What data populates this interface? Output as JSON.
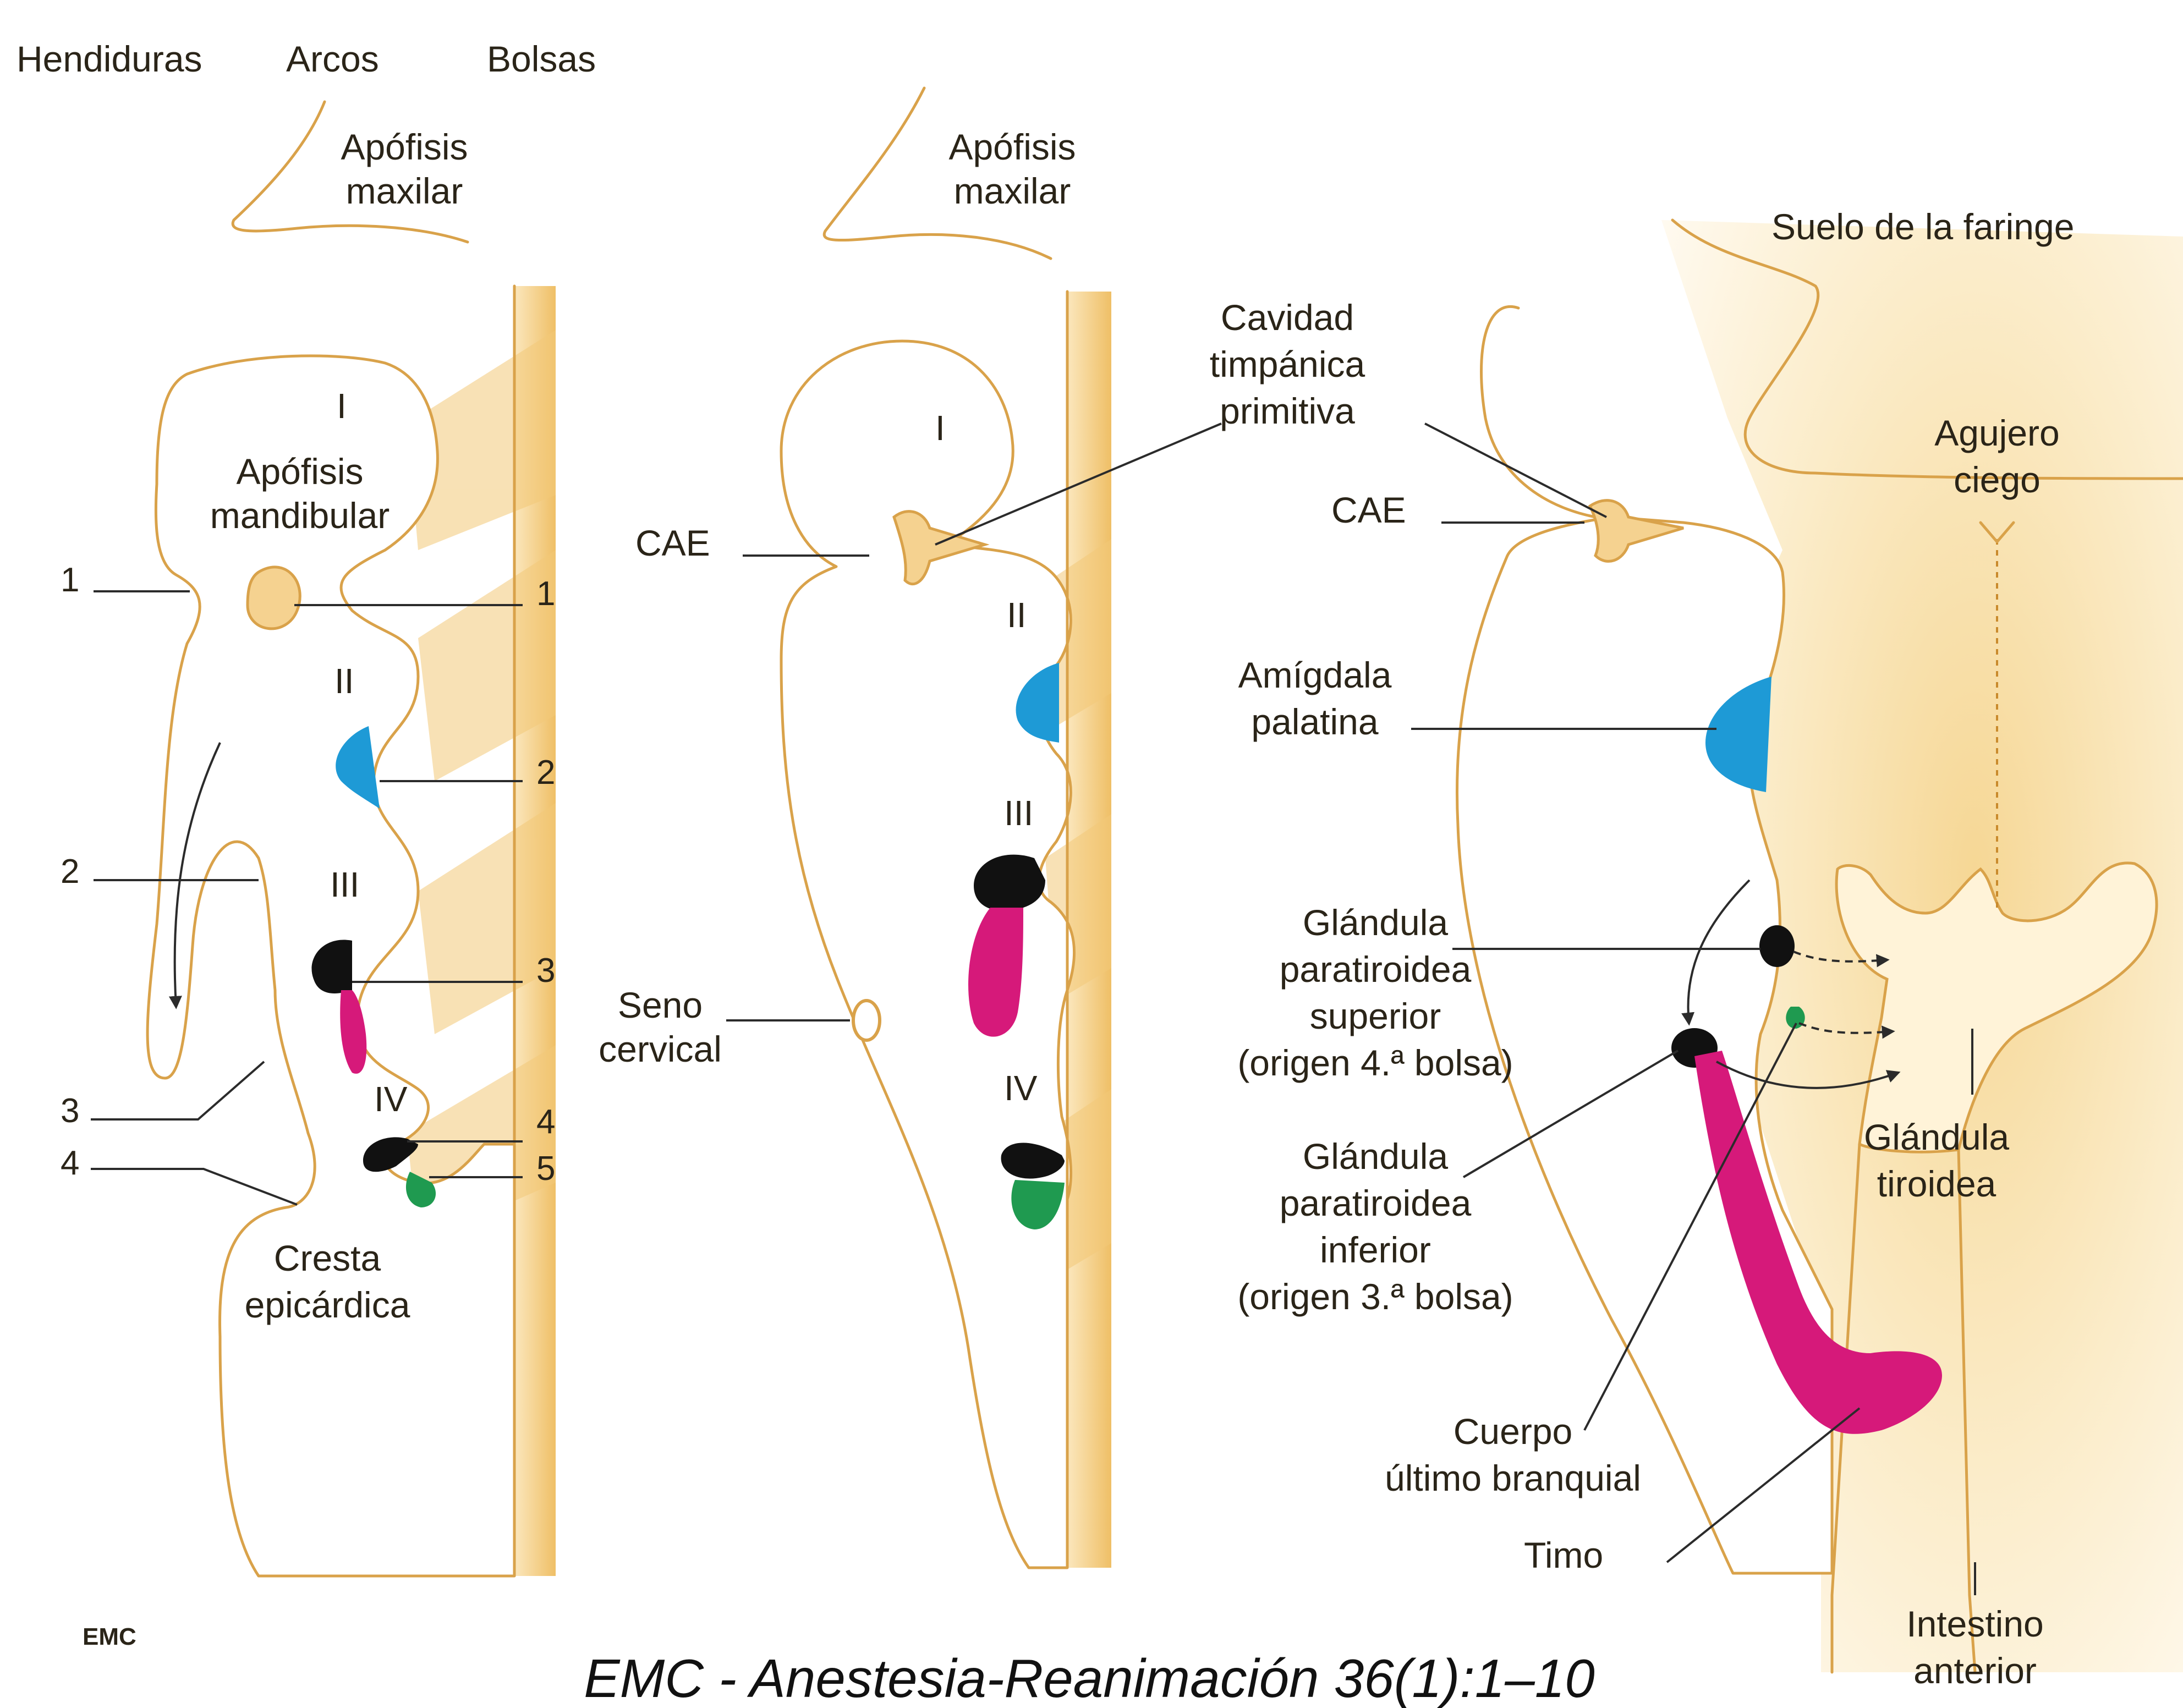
{
  "columns": {
    "hendiduras": "Hendiduras",
    "arcos": "Arcos",
    "bolsas": "Bolsas"
  },
  "panel1": {
    "apofisis_maxilar": [
      "Apófisis",
      "maxilar"
    ],
    "apofisis_mandibular": [
      "Apófisis",
      "mandibular"
    ],
    "arch_I": "I",
    "arch_II": "II",
    "arch_III": "III",
    "arch_IV": "IV",
    "cleft_1": "1",
    "cleft_2": "2",
    "cleft_3": "3",
    "cleft_4": "4",
    "pouch_1": "1",
    "pouch_2": "2",
    "pouch_3": "3",
    "pouch_4": "4",
    "pouch_5": "5",
    "cresta_epicardica": [
      "Cresta",
      "epicárdica"
    ]
  },
  "panel2": {
    "apofisis_maxilar": [
      "Apófisis",
      "maxilar"
    ],
    "arch_I": "I",
    "arch_II": "II",
    "arch_III": "III",
    "arch_IV": "IV",
    "cae": "CAE",
    "seno_cervical": [
      "Seno",
      "cervical"
    ]
  },
  "panel3": {
    "suelo_faringe": "Suelo de la faringe",
    "cavidad_timpanica": [
      "Cavidad",
      "timpánica",
      "primitiva"
    ],
    "cae": "CAE",
    "agujero_ciego": [
      "Agujero",
      "ciego"
    ],
    "amigdala_palatina": [
      "Amígdala",
      "palatina"
    ],
    "paratiroidea_superior": [
      "Glándula",
      "paratiroidea",
      "superior",
      "(origen 4.ª bolsa)"
    ],
    "paratiroidea_inferior": [
      "Glándula",
      "paratiroidea",
      "inferior",
      "(origen 3.ª bolsa)"
    ],
    "glandula_tiroidea": [
      "Glándula",
      "tiroidea"
    ],
    "cuerpo_ultimobranquial": [
      "Cuerpo",
      "último branquial"
    ],
    "timo": "Timo",
    "intestino_anterior": [
      "Intestino",
      "anterior"
    ]
  },
  "publisher_mark": "EMC",
  "citation": "EMC - Anestesia-Reanimación 36(1):1–10",
  "colors": {
    "outline": "#d9a24a",
    "tissue_shade": "#f2c877",
    "amigdala": "#1e9ad6",
    "paratiroidea": "#111111",
    "timo": "#d6197a",
    "ultimobranquial": "#1f9a50"
  }
}
